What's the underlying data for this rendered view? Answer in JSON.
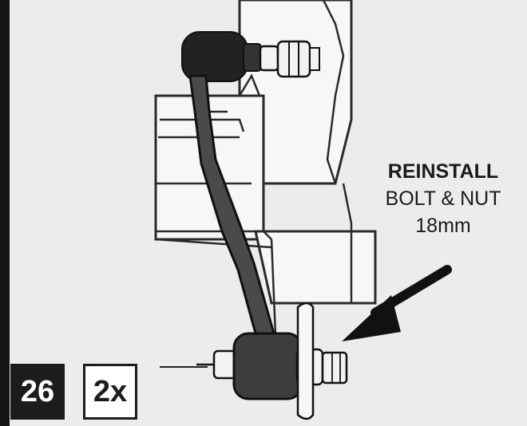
{
  "diagram": {
    "callout": {
      "line1": "REINSTALL",
      "line2": "BOLT & NUT",
      "line3": "18mm"
    },
    "step_number": "26",
    "quantity": "2x"
  },
  "colors": {
    "ink": "#1a1a1a",
    "link_body": "#4a4a4a",
    "bracket_fill": "#f6f6f6",
    "background": "#ececec"
  }
}
